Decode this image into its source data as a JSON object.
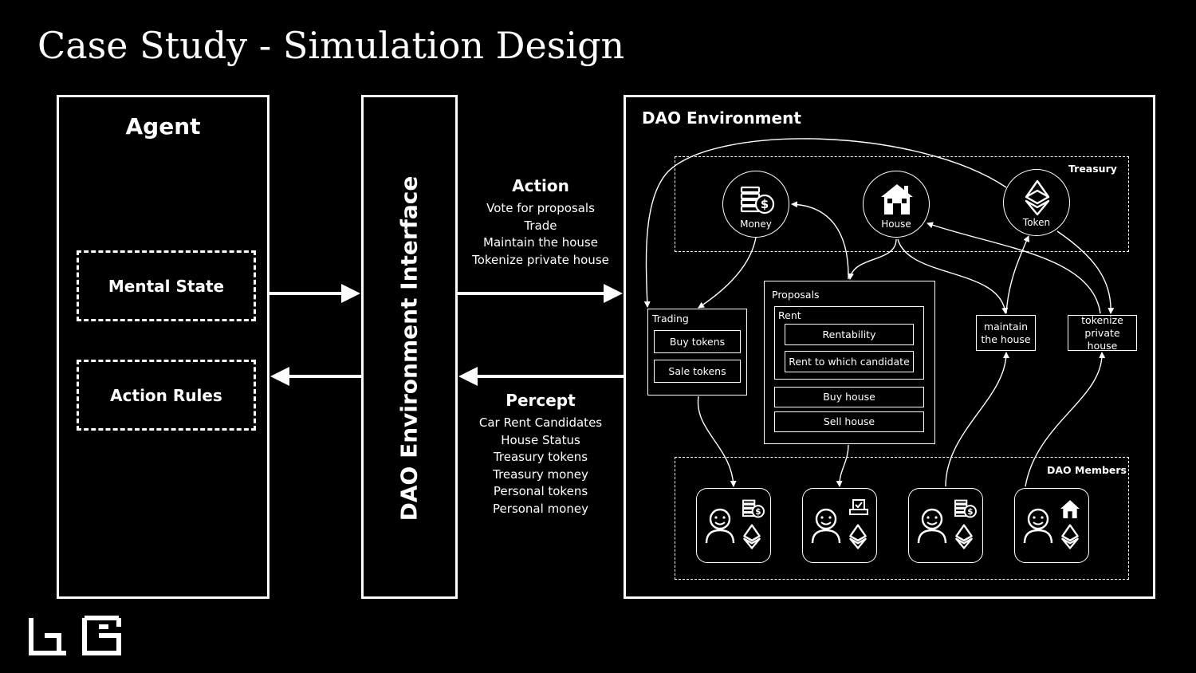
{
  "title": "Case Study - Simulation Design",
  "agent": {
    "title": "Agent",
    "mental_state": "Mental State",
    "action_rules": "Action Rules"
  },
  "interface": {
    "label": "DAO Environment Interface"
  },
  "action": {
    "heading": "Action",
    "items": [
      "Vote for proposals",
      "Trade",
      "Maintain the house",
      "Tokenize private house"
    ]
  },
  "percept": {
    "heading": "Percept",
    "items": [
      "Car Rent Candidates",
      "House Status",
      "Treasury tokens",
      "Treasury money",
      "Personal tokens",
      "Personal money"
    ]
  },
  "environment": {
    "title": "DAO Environment",
    "treasury": {
      "label": "Treasury",
      "assets": [
        {
          "label": "Money",
          "icon": "money-icon"
        },
        {
          "label": "House",
          "icon": "house-icon"
        },
        {
          "label": "Token",
          "icon": "token-icon"
        }
      ]
    },
    "trading": {
      "label": "Trading",
      "buttons": [
        "Buy tokens",
        "Sale tokens"
      ]
    },
    "proposals": {
      "label": "Proposals",
      "rent": {
        "label": "Rent",
        "buttons": [
          "Rentability",
          "Rent to which candidate"
        ]
      },
      "buttons": [
        "Buy house",
        "Sell house"
      ]
    },
    "maintain": "maintain the house",
    "maintain_lines": [
      "maintain",
      "the house"
    ],
    "tokenize": "tokenize private house",
    "tokenize_lines": [
      "tokenize",
      "private house"
    ],
    "members": {
      "label": "DAO Members",
      "items": [
        {
          "icons": [
            "user-icon",
            "money-icon",
            "token-icon"
          ]
        },
        {
          "icons": [
            "user-icon",
            "vote-icon",
            "token-icon"
          ]
        },
        {
          "icons": [
            "user-icon",
            "money-icon",
            "token-icon"
          ]
        },
        {
          "icons": [
            "user-icon",
            "house-icon",
            "token-icon"
          ]
        }
      ]
    }
  },
  "colors": {
    "background": "#000000",
    "foreground": "#ffffff"
  }
}
